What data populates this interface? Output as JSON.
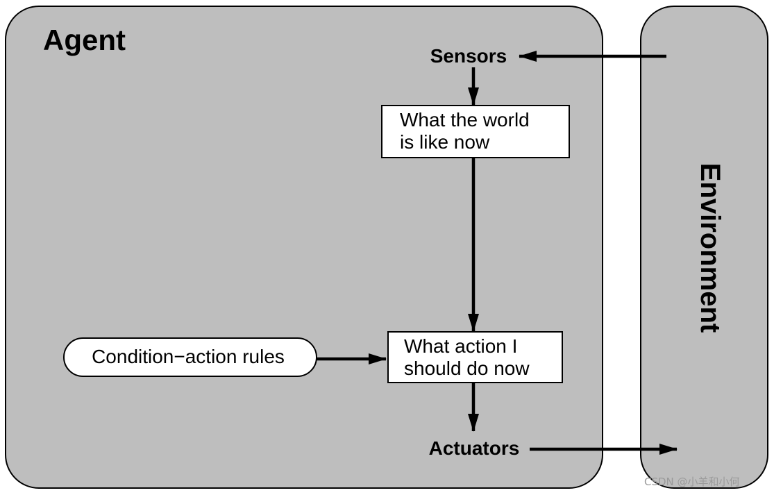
{
  "agent": {
    "title": "Agent"
  },
  "environment": {
    "title": "Environment"
  },
  "sensors": {
    "label": "Sensors"
  },
  "actuators": {
    "label": "Actuators"
  },
  "world_state": {
    "line1": "What the world",
    "line2": "is like now"
  },
  "action": {
    "line1": "What action I",
    "line2": "should do now"
  },
  "rules": {
    "label": "Condition−action rules"
  },
  "watermark": {
    "text": "CSDN @小羊和小何"
  },
  "colors": {
    "panel_fill": "#bebebe",
    "stroke": "#000000",
    "box_fill": "#ffffff"
  }
}
